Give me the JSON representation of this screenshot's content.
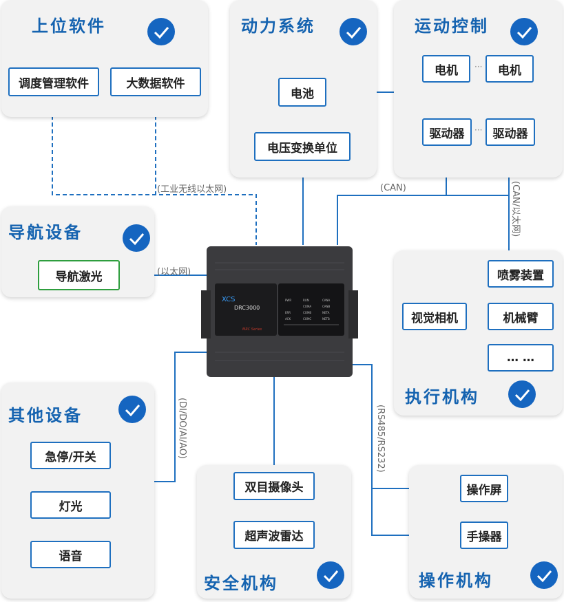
{
  "panels": {
    "upper_software": {
      "title": "上位软件",
      "items": [
        "调度管理软件",
        "大数据软件"
      ]
    },
    "power_system": {
      "title": "动力系统",
      "items": [
        "电池",
        "电压变换单位"
      ]
    },
    "motion_control": {
      "title": "运动控制",
      "motor": "电机",
      "driver": "驱动器",
      "ellipsis": "···"
    },
    "navigation": {
      "title": "导航设备",
      "items": [
        "导航激光"
      ]
    },
    "actuators": {
      "title": "执行机构",
      "items": [
        "喷雾装置",
        "视觉相机",
        "机械臂",
        "… …"
      ]
    },
    "other_devices": {
      "title": "其他设备",
      "items": [
        "急停/开关",
        "灯光",
        "语音"
      ]
    },
    "safety": {
      "title": "安全机构",
      "items": [
        "双目摄像头",
        "超声波雷达"
      ]
    },
    "operation": {
      "title": "操作机构",
      "items": [
        "操作屏",
        "手操器"
      ]
    }
  },
  "connections": {
    "wireless_ethernet": "(工业无线以太网)",
    "ethernet": "(以太网)",
    "can": "(CAN)",
    "can_ethernet": "(CAN/以太网)",
    "dio": "(DI/DO/AI/AO)",
    "rs485": "(RS485/RS232)"
  },
  "controller": {
    "logo": "XCS",
    "model": "DRC3000",
    "series": "MRC Series",
    "indicators": [
      [
        "PWR",
        "RUN",
        "CANA"
      ],
      [
        "",
        "COMA",
        "CANB"
      ],
      [
        "ERR",
        "COMB",
        "NETA"
      ],
      [
        "ACK",
        "COMC",
        "NETB"
      ]
    ]
  },
  "colors": {
    "accent": "#1563b0",
    "panel_bg": "#f2f2f2",
    "line": "#1e6fbf",
    "nav_border": "#2e9e3e"
  }
}
